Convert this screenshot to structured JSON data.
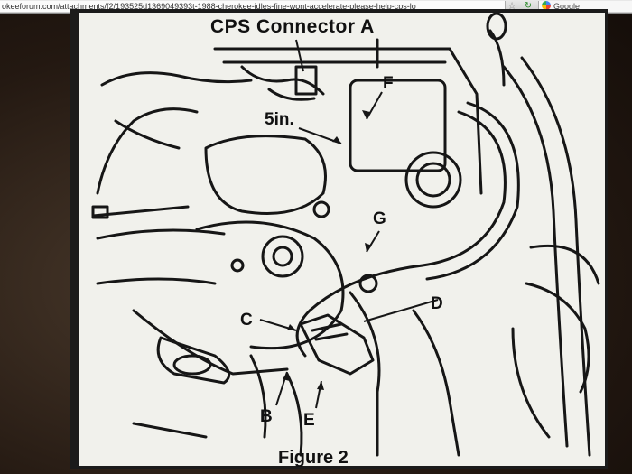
{
  "browser": {
    "url": "okeeforum.com/attachments/f2/193525d1369049393t-1988-cherokee-idles-fine-wont-accelerate-please-help-cps-lo",
    "search_placeholder": "Google"
  },
  "figure": {
    "title": "CPS Connector  A",
    "caption": "Figure 2",
    "callouts": {
      "F": "F",
      "five_in": "5in.",
      "G": "G",
      "D": "D",
      "C": "C",
      "B": "B",
      "E": "E"
    }
  }
}
